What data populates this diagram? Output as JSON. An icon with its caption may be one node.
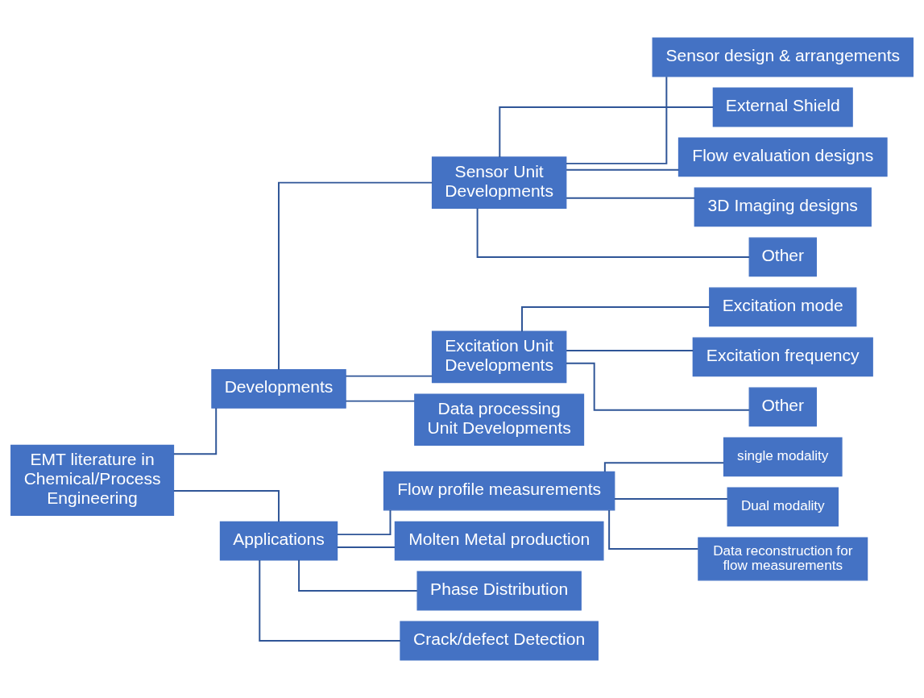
{
  "diagram": {
    "nodes": [
      {
        "text": [
          "EMT literature in Chemical/Process Engineering"
        ]
      },
      {
        "text": [
          "Developments"
        ]
      },
      {
        "text": [
          "Applications"
        ]
      },
      {
        "text": [
          "Sensor Unit Developments"
        ]
      },
      {
        "text": [
          "Excitation Unit Developments"
        ]
      },
      {
        "text": [
          "Data processing Unit Developments"
        ]
      },
      {
        "text": [
          "Sensor design & arrangements"
        ]
      },
      {
        "text": [
          "External Shield"
        ]
      },
      {
        "text": [
          "Flow evaluation designs"
        ]
      },
      {
        "text": [
          "3D Imaging designs"
        ]
      },
      {
        "text": [
          "Other"
        ]
      },
      {
        "text": [
          "Excitation mode"
        ]
      },
      {
        "text": [
          "Excitation frequency"
        ]
      },
      {
        "text": [
          "Other"
        ]
      },
      {
        "text": [
          "Flow profile measurements"
        ]
      },
      {
        "text": [
          "Molten Metal production"
        ]
      },
      {
        "text": [
          "Phase Distribution"
        ]
      },
      {
        "text": [
          "Crack/defect Detection"
        ]
      },
      {
        "text": [
          "single modality"
        ]
      },
      {
        "text": [
          "Dual modality"
        ]
      },
      {
        "text": [
          "Data reconstruction for flow measurements"
        ]
      }
    ],
    "edges": [
      {
        "from": 0,
        "to": 1,
        "arrow": "none"
      },
      {
        "from": 0,
        "to": 2,
        "arrow": "none"
      },
      {
        "from": 1,
        "to": 3,
        "arrow": "none"
      },
      {
        "from": 1,
        "to": 4,
        "arrow": "none"
      },
      {
        "from": 1,
        "to": 5,
        "arrow": "none"
      },
      {
        "from": 3,
        "to": 6,
        "arrow": "none"
      },
      {
        "from": 3,
        "to": 7,
        "arrow": "none"
      },
      {
        "from": 3,
        "to": 8,
        "arrow": "none"
      },
      {
        "from": 3,
        "to": 9,
        "arrow": "none"
      },
      {
        "from": 3,
        "to": 10,
        "arrow": "none"
      },
      {
        "from": 4,
        "to": 11,
        "arrow": "none"
      },
      {
        "from": 4,
        "to": 12,
        "arrow": "none"
      },
      {
        "from": 4,
        "to": 13,
        "arrow": "none"
      },
      {
        "from": 2,
        "to": 14,
        "arrow": "none"
      },
      {
        "from": 2,
        "to": 15,
        "arrow": "none"
      },
      {
        "from": 2,
        "to": 16,
        "arrow": "none"
      },
      {
        "from": 2,
        "to": 17,
        "arrow": "none"
      },
      {
        "from": 14,
        "to": 18,
        "arrow": "none"
      },
      {
        "from": 14,
        "to": 19,
        "arrow": "none"
      },
      {
        "from": 14,
        "to": 20,
        "arrow": "none"
      }
    ]
  }
}
